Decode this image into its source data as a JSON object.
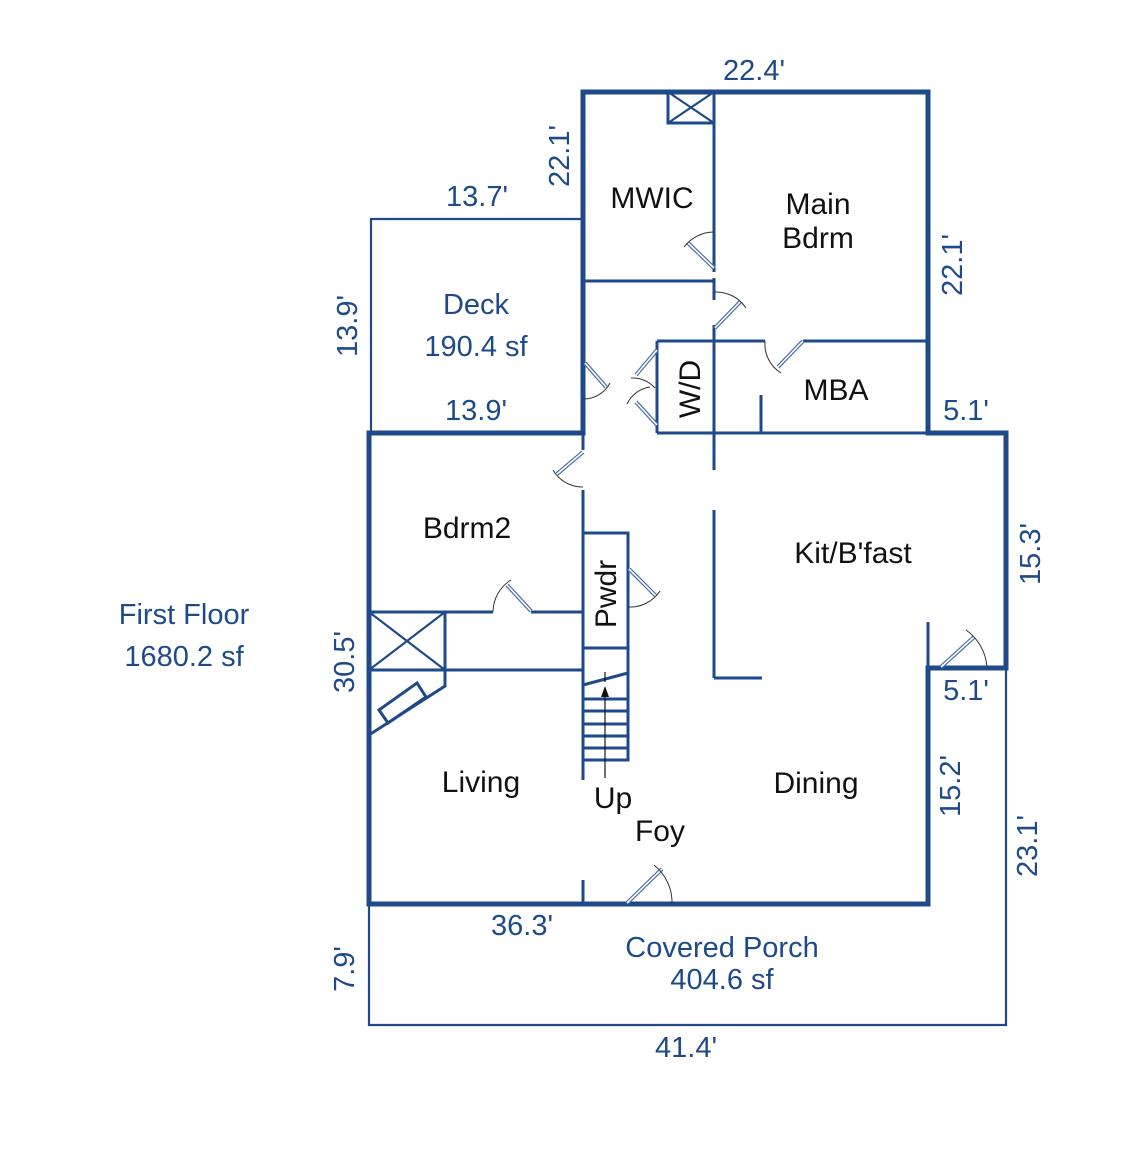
{
  "plan": {
    "floor_name": "First Floor",
    "floor_area": "1680.2 sf",
    "colors": {
      "wall": "#1f4a8a",
      "room_text": "#111111",
      "dimension_text": "#1f4a8a",
      "background": "#ffffff"
    }
  },
  "rooms": {
    "mwic": "MWIC",
    "main_bdrm_1": "Main",
    "main_bdrm_2": "Bdrm",
    "deck": "Deck",
    "deck_area": "190.4 sf",
    "wd": "W/D",
    "mba": "MBA",
    "bdrm2": "Bdrm2",
    "pwdr": "Pwdr",
    "kit": "Kit/B'fast",
    "living": "Living",
    "up": "Up",
    "foyer": "Foy",
    "dining": "Dining",
    "porch": "Covered Porch",
    "porch_area": "404.6 sf"
  },
  "dimensions": {
    "top_main": "22.4'",
    "mwic_left": "22.1'",
    "main_right": "22.1'",
    "deck_top": "13.7'",
    "deck_left": "13.9'",
    "deck_bottom": "13.9'",
    "mba_right": "5.1'",
    "kit_right": "15.3'",
    "bump_bottom": "5.1'",
    "dining_right": "15.2'",
    "porch_right": "23.1'",
    "living_left": "30.5'",
    "front_wall": "36.3'",
    "porch_left": "7.9'",
    "porch_bottom": "41.4'"
  }
}
